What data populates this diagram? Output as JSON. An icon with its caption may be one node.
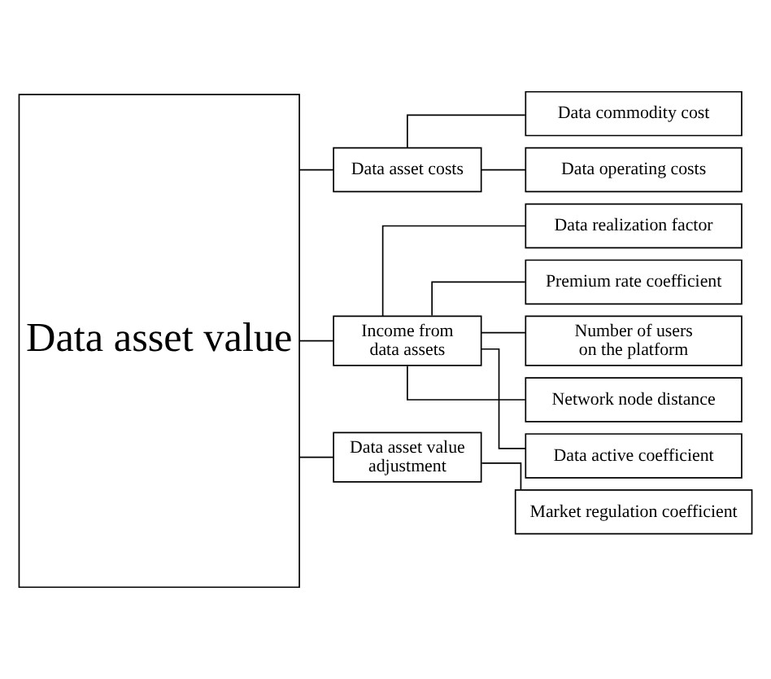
{
  "diagram": {
    "nodes": [
      {
        "text": [
          "Data asset value"
        ]
      },
      {
        "text": [
          "Data asset costs"
        ]
      },
      {
        "text": [
          "Data commodity cost"
        ]
      },
      {
        "text": [
          "Data operating costs"
        ]
      },
      {
        "text": [
          "Income from data assets"
        ]
      },
      {
        "text": [
          "Data realization factor"
        ]
      },
      {
        "text": [
          "Premium rate coefficient"
        ]
      },
      {
        "text": [
          "Number of users on the platform"
        ]
      },
      {
        "text": [
          "Network node distance"
        ]
      },
      {
        "text": [
          "Data active coefficient"
        ]
      },
      {
        "text": [
          "Data asset value adjustment"
        ]
      },
      {
        "text": [
          "Market regulation coefficient"
        ]
      }
    ],
    "edges": [
      {
        "from": 0,
        "to": 1,
        "arrow": "none"
      },
      {
        "from": 1,
        "to": 2,
        "arrow": "none"
      },
      {
        "from": 1,
        "to": 3,
        "arrow": "none"
      },
      {
        "from": 0,
        "to": 4,
        "arrow": "none"
      },
      {
        "from": 4,
        "to": 5,
        "arrow": "none"
      },
      {
        "from": 4,
        "to": 6,
        "arrow": "none"
      },
      {
        "from": 4,
        "to": 7,
        "arrow": "none"
      },
      {
        "from": 4,
        "to": 8,
        "arrow": "none"
      },
      {
        "from": 4,
        "to": 9,
        "arrow": "none"
      },
      {
        "from": 0,
        "to": 10,
        "arrow": "none"
      },
      {
        "from": 10,
        "to": 11,
        "arrow": "none"
      }
    ]
  }
}
